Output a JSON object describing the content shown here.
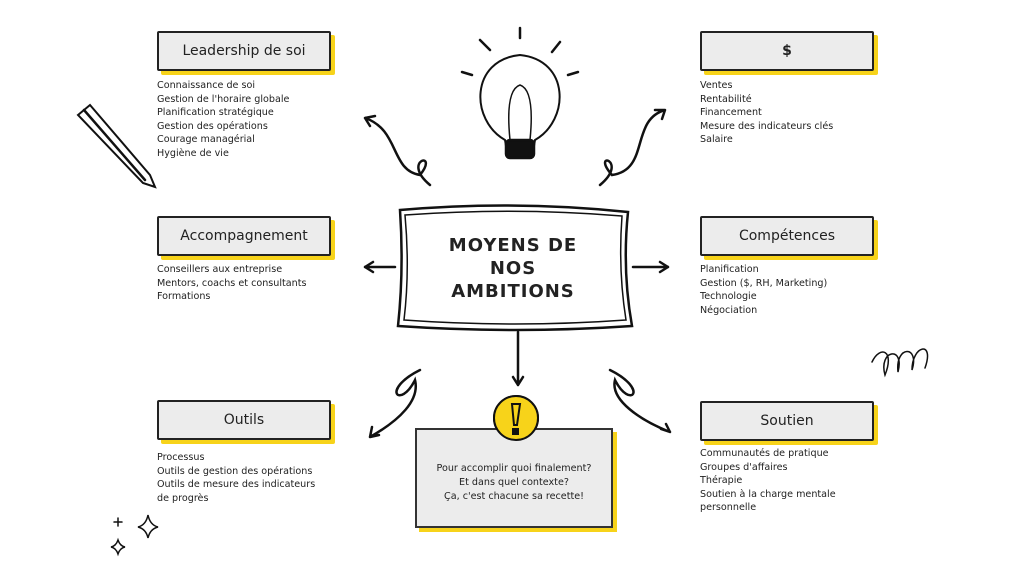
{
  "center": {
    "lines": [
      "MOYENS DE",
      "NOS",
      "AMBITIONS"
    ]
  },
  "branches": [
    {
      "title": "Leadership de soi",
      "items": [
        "Connaissance de soi",
        "Gestion de l'horaire globale",
        "Planification stratégique",
        "Gestion des opérations",
        "Courage managérial",
        "Hygiène de vie"
      ]
    },
    {
      "title": "$",
      "items": [
        "Ventes",
        "Rentabilité",
        "Financement",
        "Mesure des indicateurs clés",
        "Salaire"
      ]
    },
    {
      "title": "Accompagnement",
      "items": [
        "Conseillers aux entreprise",
        "Mentors, coachs et consultants",
        "Formations"
      ]
    },
    {
      "title": "Compétences",
      "items": [
        "Planification",
        "Gestion ($, RH, Marketing)",
        "Technologie",
        "Négociation"
      ]
    },
    {
      "title": "Outils",
      "items": [
        "Processus",
        "Outils de gestion des opérations",
        "Outils de mesure des indicateurs",
        "de progrès"
      ]
    },
    {
      "title": "Soutien",
      "items": [
        "Communautés de pratique",
        "Groupes d'affaires",
        "Thérapie",
        "Soutien à la charge mentale",
        "personnelle"
      ]
    }
  ],
  "note": {
    "lines": [
      "Pour accomplir quoi finalement?",
      "Et dans quel contexte?",
      "Ça, c'est chacune sa recette!"
    ]
  },
  "colors": {
    "accent": "#f7d31a",
    "box": "#ececec",
    "ink": "#222222"
  }
}
